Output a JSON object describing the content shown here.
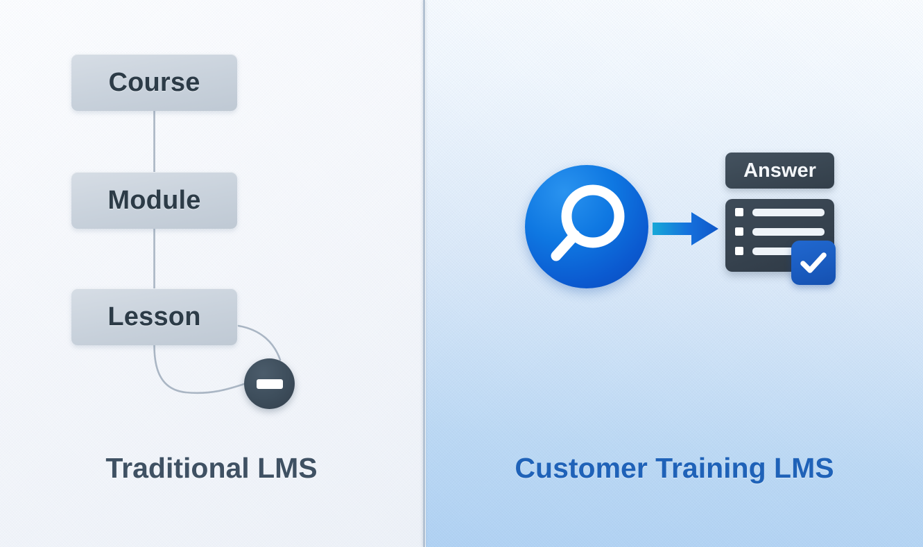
{
  "graphic": {
    "title": "Traditional LMS vs Customer Training LMS comparison",
    "divider": "vertical-divider"
  },
  "left_panel": {
    "caption": "Traditional LMS",
    "background_color": "#f6f8fc",
    "caption_color": "#3f5163",
    "flow": {
      "boxes": [
        {
          "label": "Course",
          "name": "course"
        },
        {
          "label": "Module",
          "name": "module"
        },
        {
          "label": "Lesson",
          "name": "lesson"
        }
      ],
      "box_fill_color": "#c9d2dc",
      "box_text_color": "#2c3b47",
      "connector_color": "#a8b4c2",
      "end_node": {
        "icon": "minus-circle-icon",
        "fill_color": "#3d4d5b",
        "glyph_color": "#ffffff"
      }
    }
  },
  "right_panel": {
    "caption": "Customer Training LMS",
    "background_top_color": "#fbfdff",
    "background_bottom_color": "#b2d3f4",
    "caption_color": "#1f62b8",
    "search": {
      "icon": "search-magnifier-icon",
      "orb_color_light": "#2a93ef",
      "orb_color_dark": "#0a47b8",
      "glyph_color": "#ffffff"
    },
    "arrow": {
      "icon": "arrow-right-icon",
      "gradient_start": "#17a8d8",
      "gradient_end": "#0f63d4"
    },
    "answer_chip": {
      "label": "Answer",
      "fill_color": "#3a4753",
      "text_color": "#f4f7fa"
    },
    "list_card": {
      "fill_color": "#36424e",
      "rows": [
        {
          "bullet": "square-bullet-icon",
          "line_width": 104
        },
        {
          "bullet": "square-bullet-icon",
          "line_width": 104
        },
        {
          "bullet": "square-bullet-icon",
          "line_width": 60
        }
      ],
      "line_color": "#eef3f8"
    },
    "check_badge": {
      "icon": "check-mark-icon",
      "fill_color": "#1a5cc0",
      "glyph_color": "#ffffff"
    }
  }
}
